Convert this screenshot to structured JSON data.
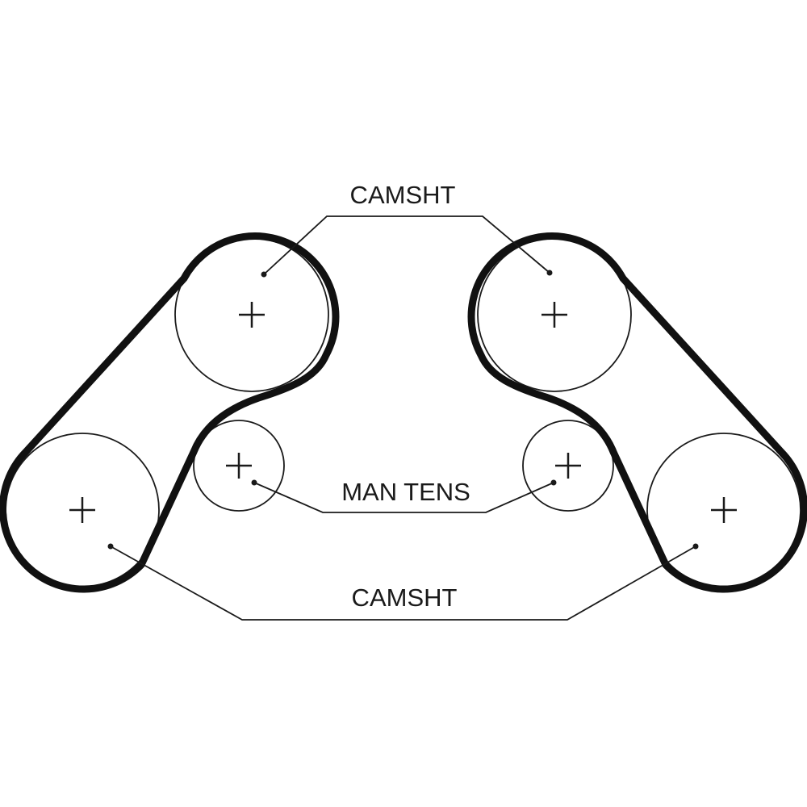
{
  "diagram": {
    "labels": {
      "camshaft_top": "CAMSHT",
      "manual_tensioner": "MAN TENS",
      "camshaft_bottom": "CAMSHT"
    },
    "colors": {
      "line": "#1a1a1a",
      "background": "#ffffff"
    }
  }
}
